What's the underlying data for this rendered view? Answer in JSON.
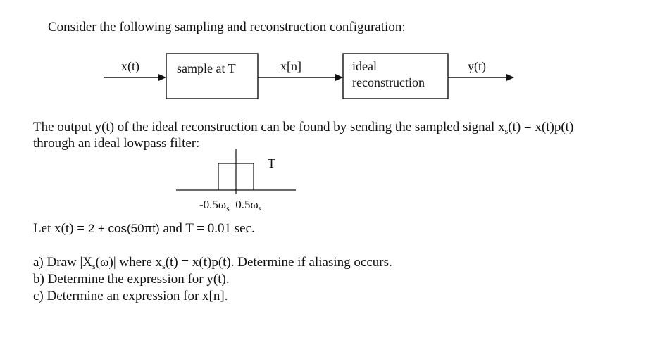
{
  "intro": "Consider the following sampling and reconstruction configuration:",
  "diagram": {
    "input_label": "x(t)",
    "block1_label": "sample at T",
    "mid_label": "x[n]",
    "block2_line1": "ideal",
    "block2_line2": "reconstruction",
    "output_label": "y(t)"
  },
  "paragraph": {
    "line1": "The output y(t) of the ideal reconstruction can be found by sending the sampled signal x",
    "line1_sub": "s",
    "line1_end": "(t) = x(t)p(t)",
    "line2": "through an ideal lowpass filter:"
  },
  "filter": {
    "gain_label": "T",
    "left_cutoff": "-0.5ω",
    "left_cutoff_sub": "s",
    "right_cutoff": "0.5ω",
    "right_cutoff_sub": "s"
  },
  "given": {
    "prefix": "Let x(t) =",
    "expr": "2 + cos(50πt)",
    "suffix": "and T = 0.01 sec."
  },
  "questions": {
    "a_start": "a) Draw |X",
    "a_sub1": "s",
    "a_mid": "(ω)| where x",
    "a_sub2": "s",
    "a_end": "(t) = x(t)p(t).  Determine if aliasing occurs.",
    "b": "b) Determine the expression for y(t).",
    "c": "c) Determine an expression for x[n]."
  }
}
